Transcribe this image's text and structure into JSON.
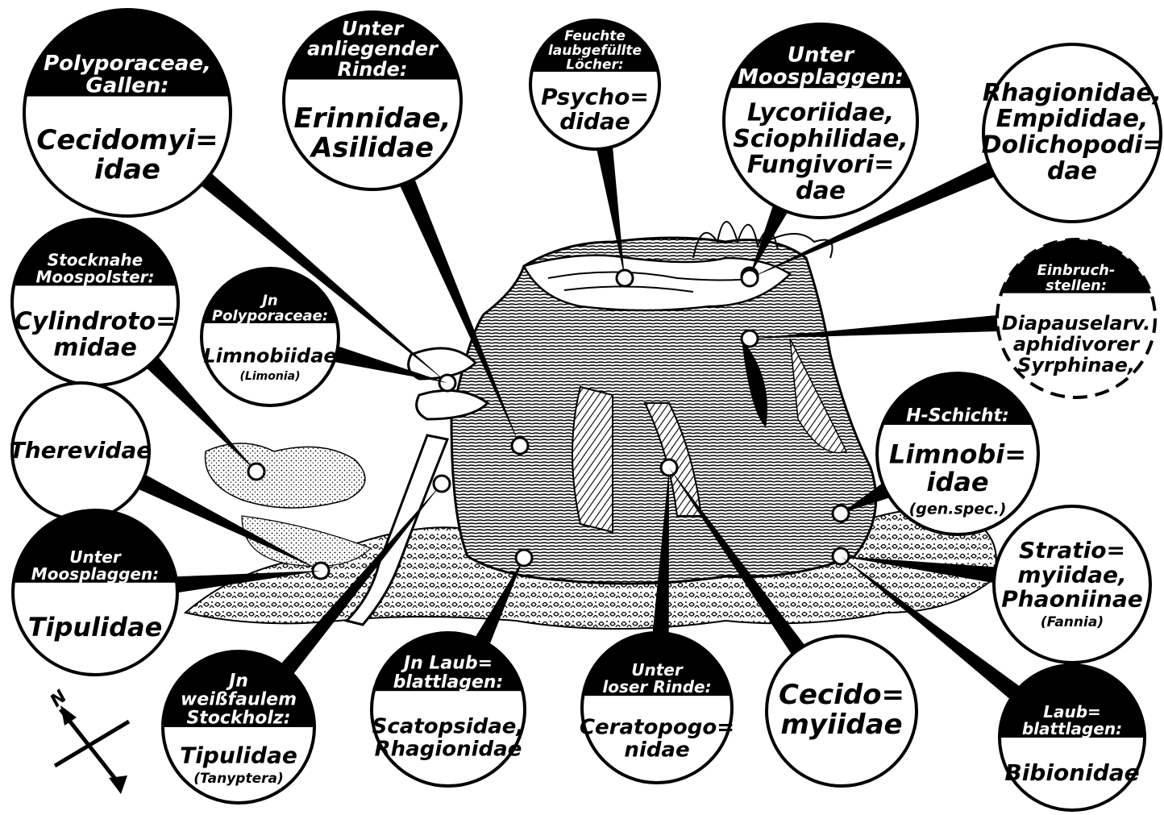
{
  "colors": {
    "ink": "#000000",
    "paper": "#ffffff"
  },
  "compass": {
    "north_label": "N"
  },
  "labels": [
    {
      "id": "polyporaceae",
      "header": [
        "Polyporaceae,",
        "Gallen:"
      ],
      "body": [
        "Cecidomyi=",
        "idae"
      ],
      "sub": ""
    },
    {
      "id": "rinde",
      "header": [
        "Unter",
        "anliegender",
        "Rinde:"
      ],
      "body": [
        "Erinnidae,",
        "Asilidae"
      ],
      "sub": ""
    },
    {
      "id": "loecher",
      "header": [
        "Feuchte",
        "laubgefüllte",
        "Löcher:"
      ],
      "body": [
        "Psycho=",
        "didae"
      ],
      "sub": ""
    },
    {
      "id": "moosplaggen-top",
      "header": [
        "Unter",
        "Moosplaggen:"
      ],
      "body": [
        "Lycoriidae,",
        "Sciophilidae,",
        "Fungivori=",
        "dae"
      ],
      "sub": ""
    },
    {
      "id": "rhagionidae",
      "header": [],
      "body": [
        "Rhagionidae,",
        "Empididae,",
        "Dolichopodi=",
        "dae"
      ],
      "sub": ""
    },
    {
      "id": "moospolster",
      "header": [
        "Stocknahe",
        "Moospolster:"
      ],
      "body": [
        "Cylindroto=",
        "midae"
      ],
      "sub": ""
    },
    {
      "id": "in-polyporaceae",
      "header": [
        "Jn",
        "Polyporaceae:"
      ],
      "body": [
        "Limnobiidae"
      ],
      "sub": "(Limonia)"
    },
    {
      "id": "einbruch",
      "header": [
        "Einbruch-",
        "stellen:"
      ],
      "body": [
        "Diapauselarv.",
        "aphidivorer",
        "Syrphinae,"
      ],
      "sub": ""
    },
    {
      "id": "therevidae",
      "header": [],
      "body": [
        "Therevidae"
      ],
      "sub": ""
    },
    {
      "id": "h-schicht",
      "header": [
        "H-Schicht:"
      ],
      "body": [
        "Limnobi=",
        "idae"
      ],
      "sub": "(gen.spec.)"
    },
    {
      "id": "moosplaggen-left",
      "header": [
        "Unter",
        "Moosplaggen:"
      ],
      "body": [
        "Tipulidae"
      ],
      "sub": ""
    },
    {
      "id": "stratiomyiidae",
      "header": [],
      "body": [
        "Stratio=",
        "myiidae,",
        "Phaoniinae"
      ],
      "sub": "(Fannia)"
    },
    {
      "id": "weissfaulem",
      "header": [
        "Jn",
        "weißfaulem",
        "Stockholz:"
      ],
      "body": [
        "Tipulidae"
      ],
      "sub": "(Tanyptera)"
    },
    {
      "id": "laubblatt",
      "header": [
        "Jn Laub=",
        "blattlagen:"
      ],
      "body": [
        "Scatopsidae,",
        "Rhagionidae"
      ],
      "sub": ""
    },
    {
      "id": "loser-rinde",
      "header": [
        "Unter",
        "loser Rinde:"
      ],
      "body": [
        "Ceratopogo=",
        "nidae"
      ],
      "sub": ""
    },
    {
      "id": "cecido-bottom",
      "header": [],
      "body": [
        "Cecido=",
        "myiidae"
      ],
      "sub": ""
    },
    {
      "id": "bibionidae",
      "header": [
        "Laub=",
        "blattlagen:"
      ],
      "body": [
        "Bibionidae"
      ],
      "sub": ""
    }
  ]
}
